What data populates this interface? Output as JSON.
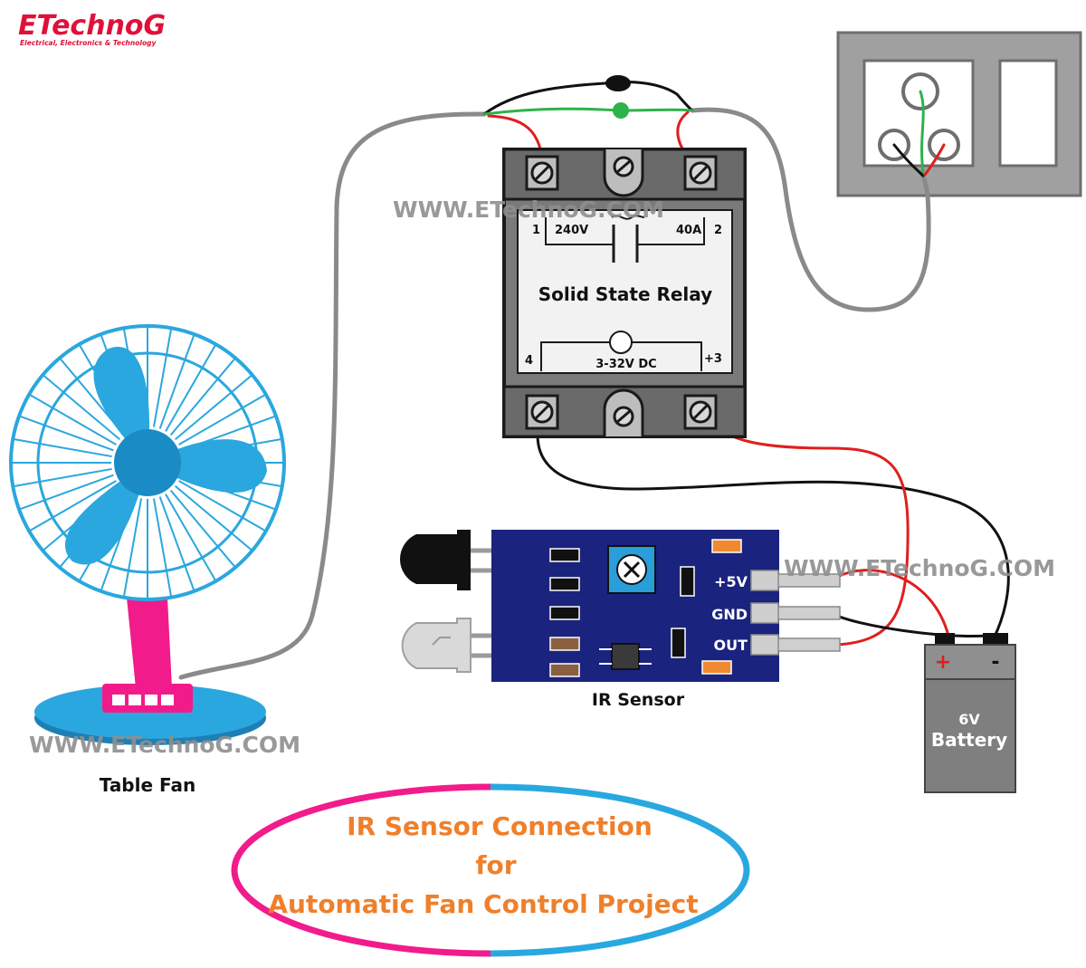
{
  "logo": {
    "brand": "ETechnoG",
    "tagline": "Electrical, Electronics & Technology"
  },
  "watermarks": [
    "WWW.ETechnoG.COM",
    "WWW.ETechnoG.COM",
    "WWW.ETechnoG.COM"
  ],
  "relay": {
    "title": "Solid State Relay",
    "ac_voltage": "240V",
    "current": "40A",
    "dc_range": "3-32V DC",
    "terminal_1": "1",
    "terminal_2": "2",
    "terminal_3": "+3",
    "terminal_4": "4"
  },
  "sensor": {
    "label": "IR Sensor",
    "pin_vcc": "+5V",
    "pin_gnd": "GND",
    "pin_out": "OUT"
  },
  "battery": {
    "voltage": "6V",
    "label": "Battery",
    "plus": "+",
    "minus": "-"
  },
  "fan": {
    "label": "Table Fan"
  },
  "title": {
    "line1": "IR Sensor Connection",
    "line2": "for",
    "line3": "Automatic Fan Control Project"
  },
  "colors": {
    "brand_red": "#e0103a",
    "title_orange": "#f07f2a",
    "fan_blue": "#2aa7de",
    "fan_pink": "#f21b8b",
    "board_blue": "#1a237e",
    "wire_red": "#e01e1e",
    "wire_green": "#2db34a",
    "wire_gray": "#8a8a8a"
  }
}
